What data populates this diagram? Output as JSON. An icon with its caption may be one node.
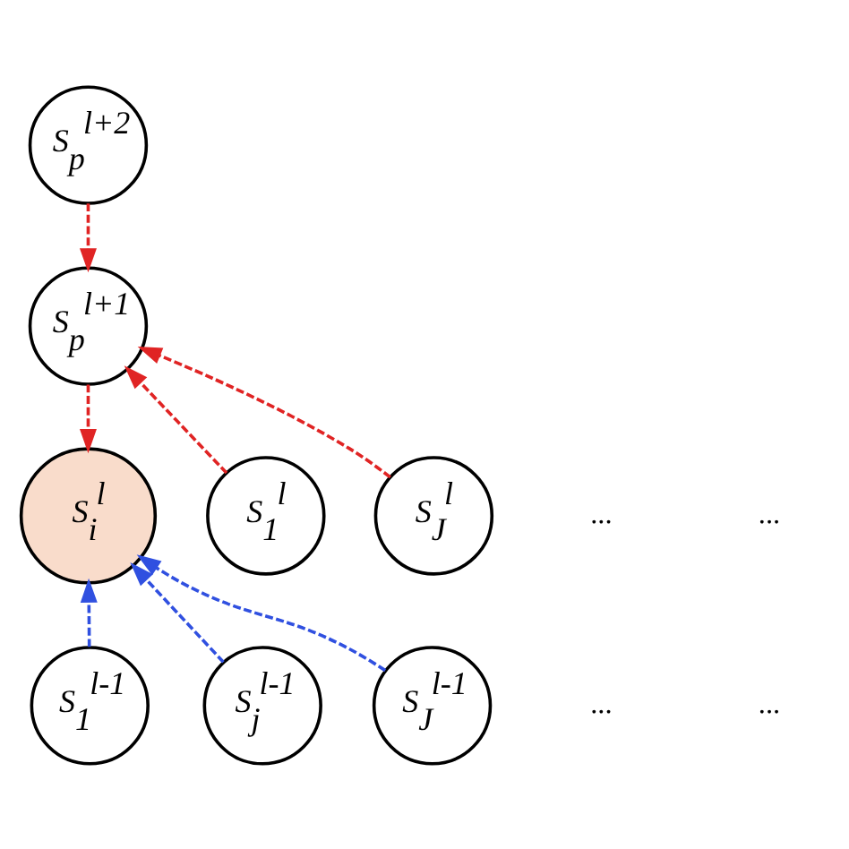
{
  "diagram": {
    "nodes": [
      {
        "text": [
          "S$_{p}$$^{l+2}$"
        ]
      },
      {
        "text": [
          "S$_{p}$$^{l+1}$"
        ]
      },
      {
        "text": [
          "S$_{1}$$^{l}$"
        ]
      },
      {
        "text": [
          "S$_{i}$$^{l}$"
        ]
      },
      {
        "text": [
          "S$_{J}$$^{l}$"
        ]
      },
      {
        "text": [
          "S$_{1}$$^{l-1}$"
        ]
      },
      {
        "text": [
          "S$_{j}$$^{l-1}$"
        ]
      },
      {
        "text": [
          "S$_{J}$$^{l-1}$"
        ]
      }
    ],
    "edges": [
      {
        "from": 0,
        "to": 1,
        "arrow": "to",
        "style": "dashed",
        "color": "#e02424"
      },
      {
        "from": 2,
        "to": 1,
        "arrow": "to",
        "style": "dashed",
        "color": "#e02424"
      },
      {
        "from": 4,
        "to": 1,
        "arrow": "to",
        "style": "dashed",
        "color": "#e02424"
      },
      {
        "from": 1,
        "to": 3,
        "arrow": "to",
        "style": "dashed",
        "color": "#e02424"
      },
      {
        "from": 5,
        "to": 3,
        "arrow": "to",
        "style": "dashed",
        "color": "#3050e0"
      },
      {
        "from": 6,
        "to": 3,
        "arrow": "to",
        "style": "dashed",
        "color": "#3050e0"
      },
      {
        "from": 7,
        "to": 3,
        "arrow": "to",
        "style": "dashed",
        "color": "#3050e0"
      }
    ],
    "labels": [
      "...",
      "...",
      "...",
      "..."
    ]
  }
}
